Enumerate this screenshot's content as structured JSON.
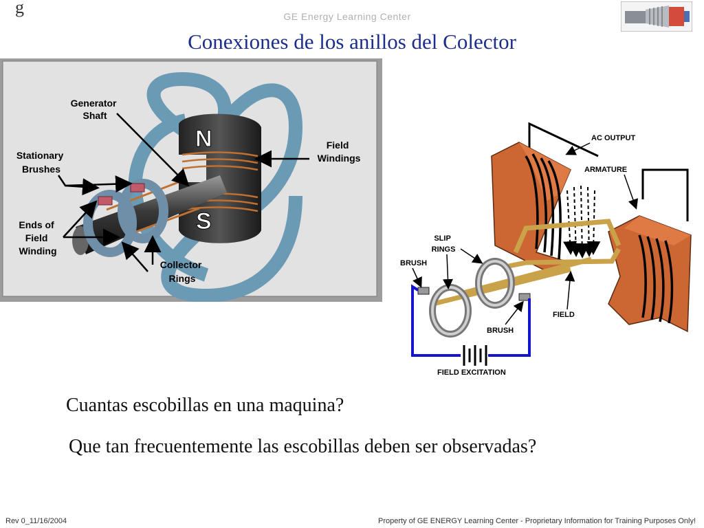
{
  "header": {
    "logo_letter": "g",
    "center_name": "GE Energy Learning Center",
    "title": "Conexiones de los anillos del Colector"
  },
  "left_figure": {
    "labels": {
      "generator_shaft_1": "Generator",
      "generator_shaft_2": "Shaft",
      "stationary_brushes_1": "Stationary",
      "stationary_brushes_2": "Brushes",
      "ends_1": "Ends of",
      "ends_2": "Field",
      "ends_3": "Winding",
      "field_windings_1": "Field",
      "field_windings_2": "Windings",
      "collector_1": "Collector",
      "collector_2": "Rings",
      "north": "N",
      "south": "S"
    }
  },
  "right_figure": {
    "labels": {
      "ac_output": "AC OUTPUT",
      "armature": "ARMATURE",
      "slip_rings_1": "SLIP",
      "slip_rings_2": "RINGS",
      "brush_left": "BRUSH",
      "brush_bottom": "BRUSH",
      "field": "FIELD",
      "field_excitation": "FIELD EXCITATION"
    }
  },
  "questions": {
    "q1": "Cuantas escobillas en una maquina?",
    "q2": "Que tan frecuentemente las escobillas deben ser observadas?"
  },
  "footer": {
    "rev": "Rev 0_11/16/2004",
    "property": "Property of GE ENERGY Learning Center - Proprietary Information for Training Purposes Only!"
  },
  "colors": {
    "title": "#1c2d8c",
    "magnet_field": "#6b9ab5",
    "copper": "#cc6633",
    "excitation_wire": "#1515d0"
  }
}
